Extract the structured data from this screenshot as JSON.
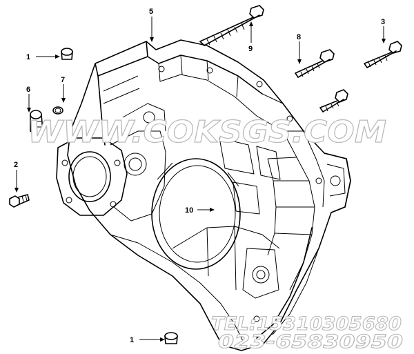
{
  "callouts": {
    "c1a": "1",
    "c1b": "1",
    "c2": "2",
    "c3": "3",
    "c5": "5",
    "c6": "6",
    "c7": "7",
    "c8": "8",
    "c9": "9",
    "c10": "10"
  },
  "watermark": {
    "site": "WWW.COKSGS.COM",
    "tel": "TEL:15310305680",
    "phone": "023-65830950"
  },
  "colors": {
    "line": "#000000",
    "watermark_fill": "#ffffff",
    "watermark_stroke": "#b8b8b8"
  }
}
